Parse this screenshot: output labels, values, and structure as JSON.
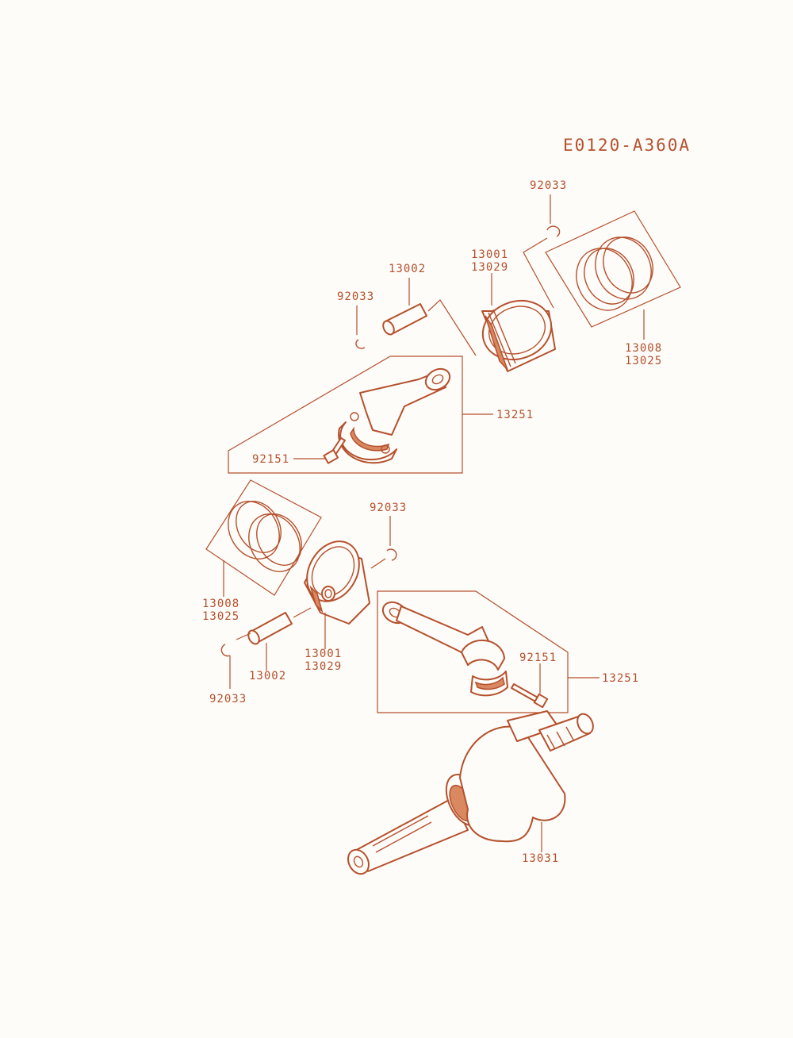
{
  "diagram_code": "E0120-A360A",
  "colors": {
    "line": "#b5502d",
    "background": "#fdfcf8",
    "shade": "#d98860"
  },
  "labels": {
    "circlip_top_right": "92033",
    "pin_top": "13002",
    "circlip_top_left": "92033",
    "piston_top_a": "13001",
    "piston_top_b": "13029",
    "rings_top_a": "13008",
    "rings_top_b": "13025",
    "conrod_top": "13251",
    "bolt_top": "92151",
    "circlip_mid": "92033",
    "rings_bottom_a": "13008",
    "rings_bottom_b": "13025",
    "piston_bottom_a": "13001",
    "piston_bottom_b": "13029",
    "pin_bottom": "13002",
    "circlip_bottom": "92033",
    "bolt_bottom": "92151",
    "conrod_bottom": "13251",
    "crankshaft": "13031"
  }
}
